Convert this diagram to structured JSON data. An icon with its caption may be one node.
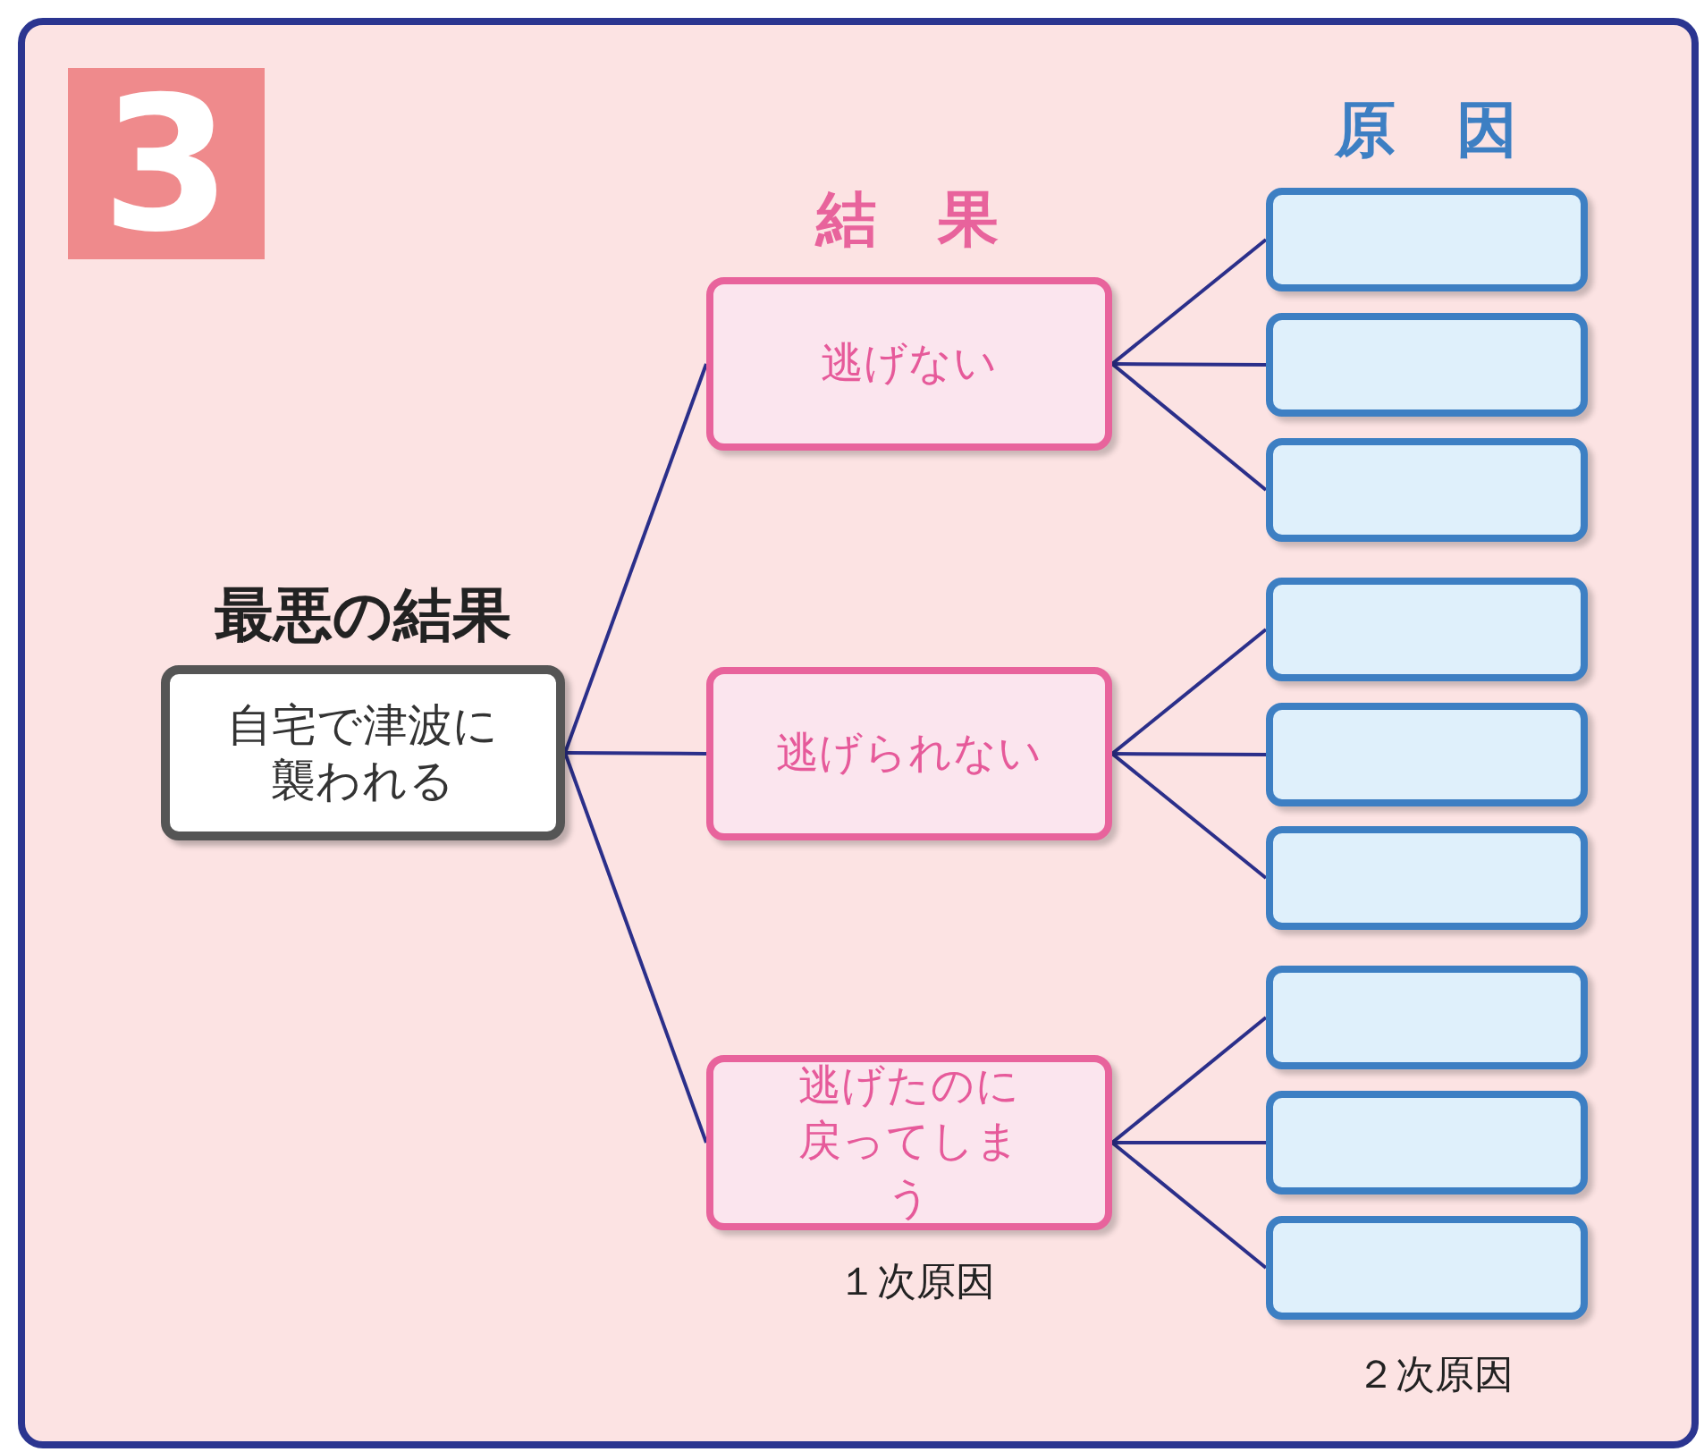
{
  "diagram": {
    "nodes": [
      {
        "text": [
          "3"
        ]
      },
      {
        "text": [
          "最悪の結果",
          "自宅で津波に襲われる"
        ]
      },
      {
        "text": [
          "逃げない"
        ]
      },
      {
        "text": [
          "逃げられない"
        ]
      },
      {
        "text": [
          "逃げたのに戻ってしまう"
        ]
      },
      {
        "text": [],
        "shape": "box"
      },
      {
        "text": [],
        "shape": "box"
      },
      {
        "text": [],
        "shape": "box"
      },
      {
        "text": [],
        "shape": "box"
      },
      {
        "text": [],
        "shape": "box"
      },
      {
        "text": [],
        "shape": "box"
      },
      {
        "text": [],
        "shape": "box"
      },
      {
        "text": [],
        "shape": "box"
      },
      {
        "text": [],
        "shape": "box"
      }
    ],
    "edges": [
      {
        "from": 1,
        "to": 2,
        "arrow": "none"
      },
      {
        "from": 1,
        "to": 3,
        "arrow": "none"
      },
      {
        "from": 1,
        "to": 4,
        "arrow": "none"
      },
      {
        "from": 2,
        "to": 5,
        "arrow": "none"
      },
      {
        "from": 2,
        "to": 6,
        "arrow": "none"
      },
      {
        "from": 2,
        "to": 7,
        "arrow": "none"
      },
      {
        "from": 3,
        "to": 8,
        "arrow": "none"
      },
      {
        "from": 3,
        "to": 9,
        "arrow": "none"
      },
      {
        "from": 3,
        "to": 10,
        "arrow": "none"
      },
      {
        "from": 4,
        "to": 11,
        "arrow": "none"
      },
      {
        "from": 4,
        "to": 12,
        "arrow": "none"
      },
      {
        "from": 4,
        "to": 13,
        "arrow": "none"
      }
    ],
    "labels": [
      "結　果",
      "原　因",
      "１次原因",
      "２次原因"
    ]
  }
}
